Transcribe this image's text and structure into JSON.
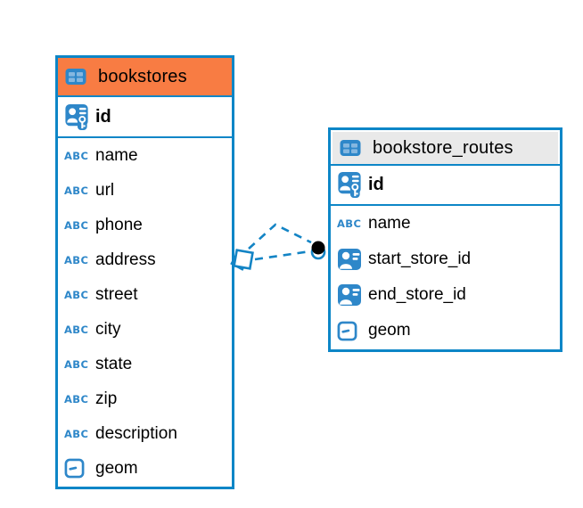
{
  "colors": {
    "border_blue": "#0d86c7",
    "header_orange": "#f87c43",
    "header_gray": "#e9e9e9",
    "icon_blue": "#2e87c9",
    "icon_cell_blue": "#85b7e0",
    "relationship_line_blue": "#1384c5",
    "text": "#000000"
  },
  "icons": {
    "abc_label": "ABC"
  },
  "tables": [
    {
      "name": "bookstores",
      "header_style": "orange",
      "primary_key": {
        "label": "id",
        "icon": "primary-key"
      },
      "columns": [
        {
          "label": "name",
          "icon": "text-type"
        },
        {
          "label": "url",
          "icon": "text-type"
        },
        {
          "label": "phone",
          "icon": "text-type"
        },
        {
          "label": "address",
          "icon": "text-type"
        },
        {
          "label": "street",
          "icon": "text-type"
        },
        {
          "label": "city",
          "icon": "text-type"
        },
        {
          "label": "state",
          "icon": "text-type"
        },
        {
          "label": "zip",
          "icon": "text-type"
        },
        {
          "label": "description",
          "icon": "text-type"
        },
        {
          "label": "geom",
          "icon": "geometry-type"
        }
      ]
    },
    {
      "name": "bookstore_routes",
      "header_style": "gray",
      "primary_key": {
        "label": "id",
        "icon": "primary-key"
      },
      "columns": [
        {
          "label": "name",
          "icon": "text-type"
        },
        {
          "label": "start_store_id",
          "icon": "reference-type"
        },
        {
          "label": "end_store_id",
          "icon": "reference-type"
        },
        {
          "label": "geom",
          "icon": "geometry-type"
        }
      ]
    }
  ],
  "relationships": [
    {
      "from_table": "bookstores",
      "to_table": "bookstore_routes",
      "line_count": 2,
      "line_style": "dashed",
      "from_marker": "stacked-diamond",
      "to_marker": "black-dot"
    }
  ]
}
